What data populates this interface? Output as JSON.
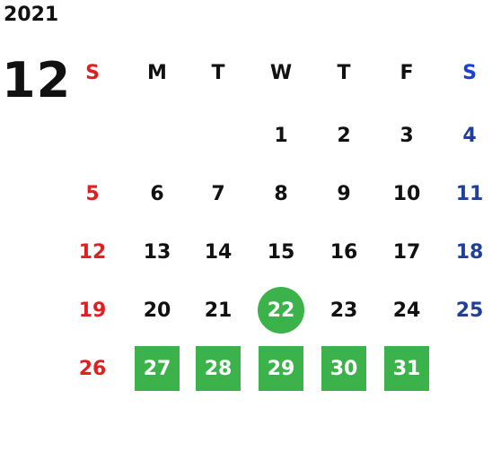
{
  "calendar": {
    "year": "2021",
    "month": "12",
    "weekdays": [
      "S",
      "M",
      "T",
      "W",
      "T",
      "F",
      "S"
    ],
    "weeks": [
      [
        "",
        "",
        "",
        "1",
        "2",
        "3",
        "4"
      ],
      [
        "5",
        "6",
        "7",
        "8",
        "9",
        "10",
        "11"
      ],
      [
        "12",
        "13",
        "14",
        "15",
        "16",
        "17",
        "18"
      ],
      [
        "19",
        "20",
        "21",
        "22",
        "23",
        "24",
        "25"
      ],
      [
        "26",
        "27",
        "28",
        "29",
        "30",
        "31",
        ""
      ]
    ],
    "today": "22",
    "highlighted": [
      "27",
      "28",
      "29",
      "30",
      "31"
    ]
  },
  "colors": {
    "sunday": "#e02020",
    "saturday": "#1f3f9a",
    "saturday_header": "#1a3fd6",
    "highlight": "#3cb24a",
    "text": "#111111"
  }
}
